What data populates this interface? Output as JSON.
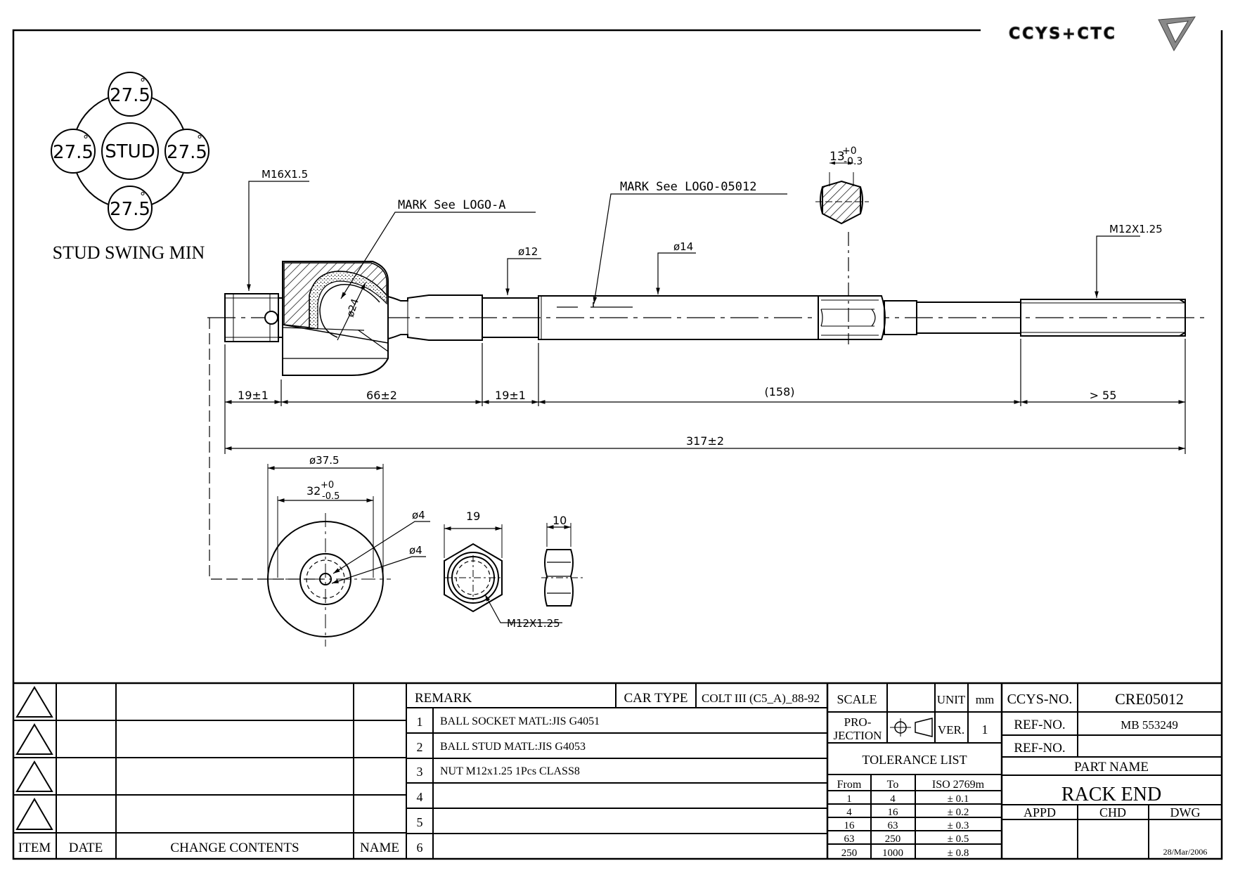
{
  "logo_text": "CCYS+CTC",
  "stud_swing": {
    "center": "STUD",
    "angles": [
      "27.5",
      "27.5",
      "27.5",
      "27.5"
    ],
    "degree": "°",
    "caption": "STUD SWING MIN"
  },
  "callouts": {
    "thread_left": "M16X1.5",
    "mark_a": "MARK See LOGO-A",
    "mark_b": "MARK See LOGO-05012",
    "dia_12": "ø12",
    "dia_14": "ø14",
    "dia_24": "ø24",
    "hex_main": "13",
    "hex_tol_up": "+0",
    "hex_tol_dn": "-0.3",
    "thread_right": "M12X1.25"
  },
  "dimensions": {
    "d1": "19±1",
    "d2": "66±2",
    "d3": "19±1",
    "d4": "(158)",
    "d5": "> 55",
    "total": "317±2"
  },
  "end_view": {
    "outer": "ø37.5",
    "inner_main": "32",
    "inner_tol_up": "+0",
    "inner_tol_dn": "-0.5",
    "hole_a": "ø4",
    "hole_b": "ø4"
  },
  "nut_view": {
    "width": "19",
    "thickness": "10",
    "thread": "M12X1.25"
  },
  "revision_table": {
    "headers": [
      "ITEM",
      "DATE",
      "CHANGE CONTENTS",
      "NAME"
    ]
  },
  "remark_table": {
    "header": "REMARK",
    "car_type_label": "CAR TYPE",
    "car_type_value": "COLT III (C5_A)_88-92",
    "rows": [
      {
        "no": "1",
        "text": "BALL SOCKET MATL:JIS G4051"
      },
      {
        "no": "2",
        "text": "BALL STUD MATL:JIS G4053"
      },
      {
        "no": "3",
        "text": "NUT M12x1.25 1Pcs CLASS8"
      },
      {
        "no": "4",
        "text": ""
      },
      {
        "no": "5",
        "text": ""
      },
      {
        "no": "6",
        "text": ""
      }
    ]
  },
  "title_block": {
    "scale_label": "SCALE",
    "unit_label": "UNIT",
    "unit_value": "mm",
    "projection_label_1": "PRO-",
    "projection_label_2": "JECTION",
    "ver_label": "VER.",
    "ver_value": "1",
    "tolerance_title": "TOLERANCE LIST",
    "tolerance_headers": [
      "From",
      "To",
      "ISO 2769m"
    ],
    "tolerance_rows": [
      [
        "1",
        "4",
        "± 0.1"
      ],
      [
        "4",
        "16",
        "± 0.2"
      ],
      [
        "16",
        "63",
        "± 0.3"
      ],
      [
        "63",
        "250",
        "± 0.5"
      ],
      [
        "250",
        "1000",
        "± 0.8"
      ]
    ],
    "ccys_no_label": "CCYS-NO.",
    "ccys_no_value": "CRE05012",
    "ref_no_label": "REF-NO.",
    "ref_no_value": "MB 553249",
    "ref_no2_label": "REF-NO.",
    "ref_no2_value": "",
    "part_name_label": "PART NAME",
    "part_name_value": "RACK END",
    "appd_label": "APPD",
    "chd_label": "CHD",
    "dwg_label": "DWG",
    "date_value": "28/Mar/2006"
  }
}
